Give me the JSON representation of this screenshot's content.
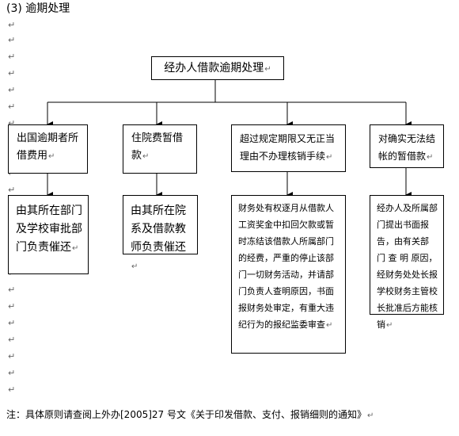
{
  "heading": "(3)  逾期处理",
  "paragraph_mark": "↵",
  "top_box": "经办人借款逾期处理",
  "level1": [
    "出国逾期者所借费用",
    "住院费暂借款",
    "超过规定期限又无正当理由不办理核销手续",
    "对确实无法结帐的暂借款"
  ],
  "level2": [
    "由其所在部门及学校审批部门负责催还",
    "由其所在院系及借款教师负责催还",
    "财务处有权逐月从借款人工资奖金中扣回欠款或暂时冻结该借款人所属部门的经费，严重的停止该部门一切财务活动，并请部门负责人查明原因，书面报财务处审定，有重大违纪行为的报纪监委审查",
    "经办人及所属部门提出书面报告，由有关部 门 查 明 原因，经财务处处长报学校财务主管校长批准后方能核销"
  ],
  "note": "注：具体原则请查阅上外办[2005]27 号文《关于印发借款、支付、报销细则的通知》"
}
